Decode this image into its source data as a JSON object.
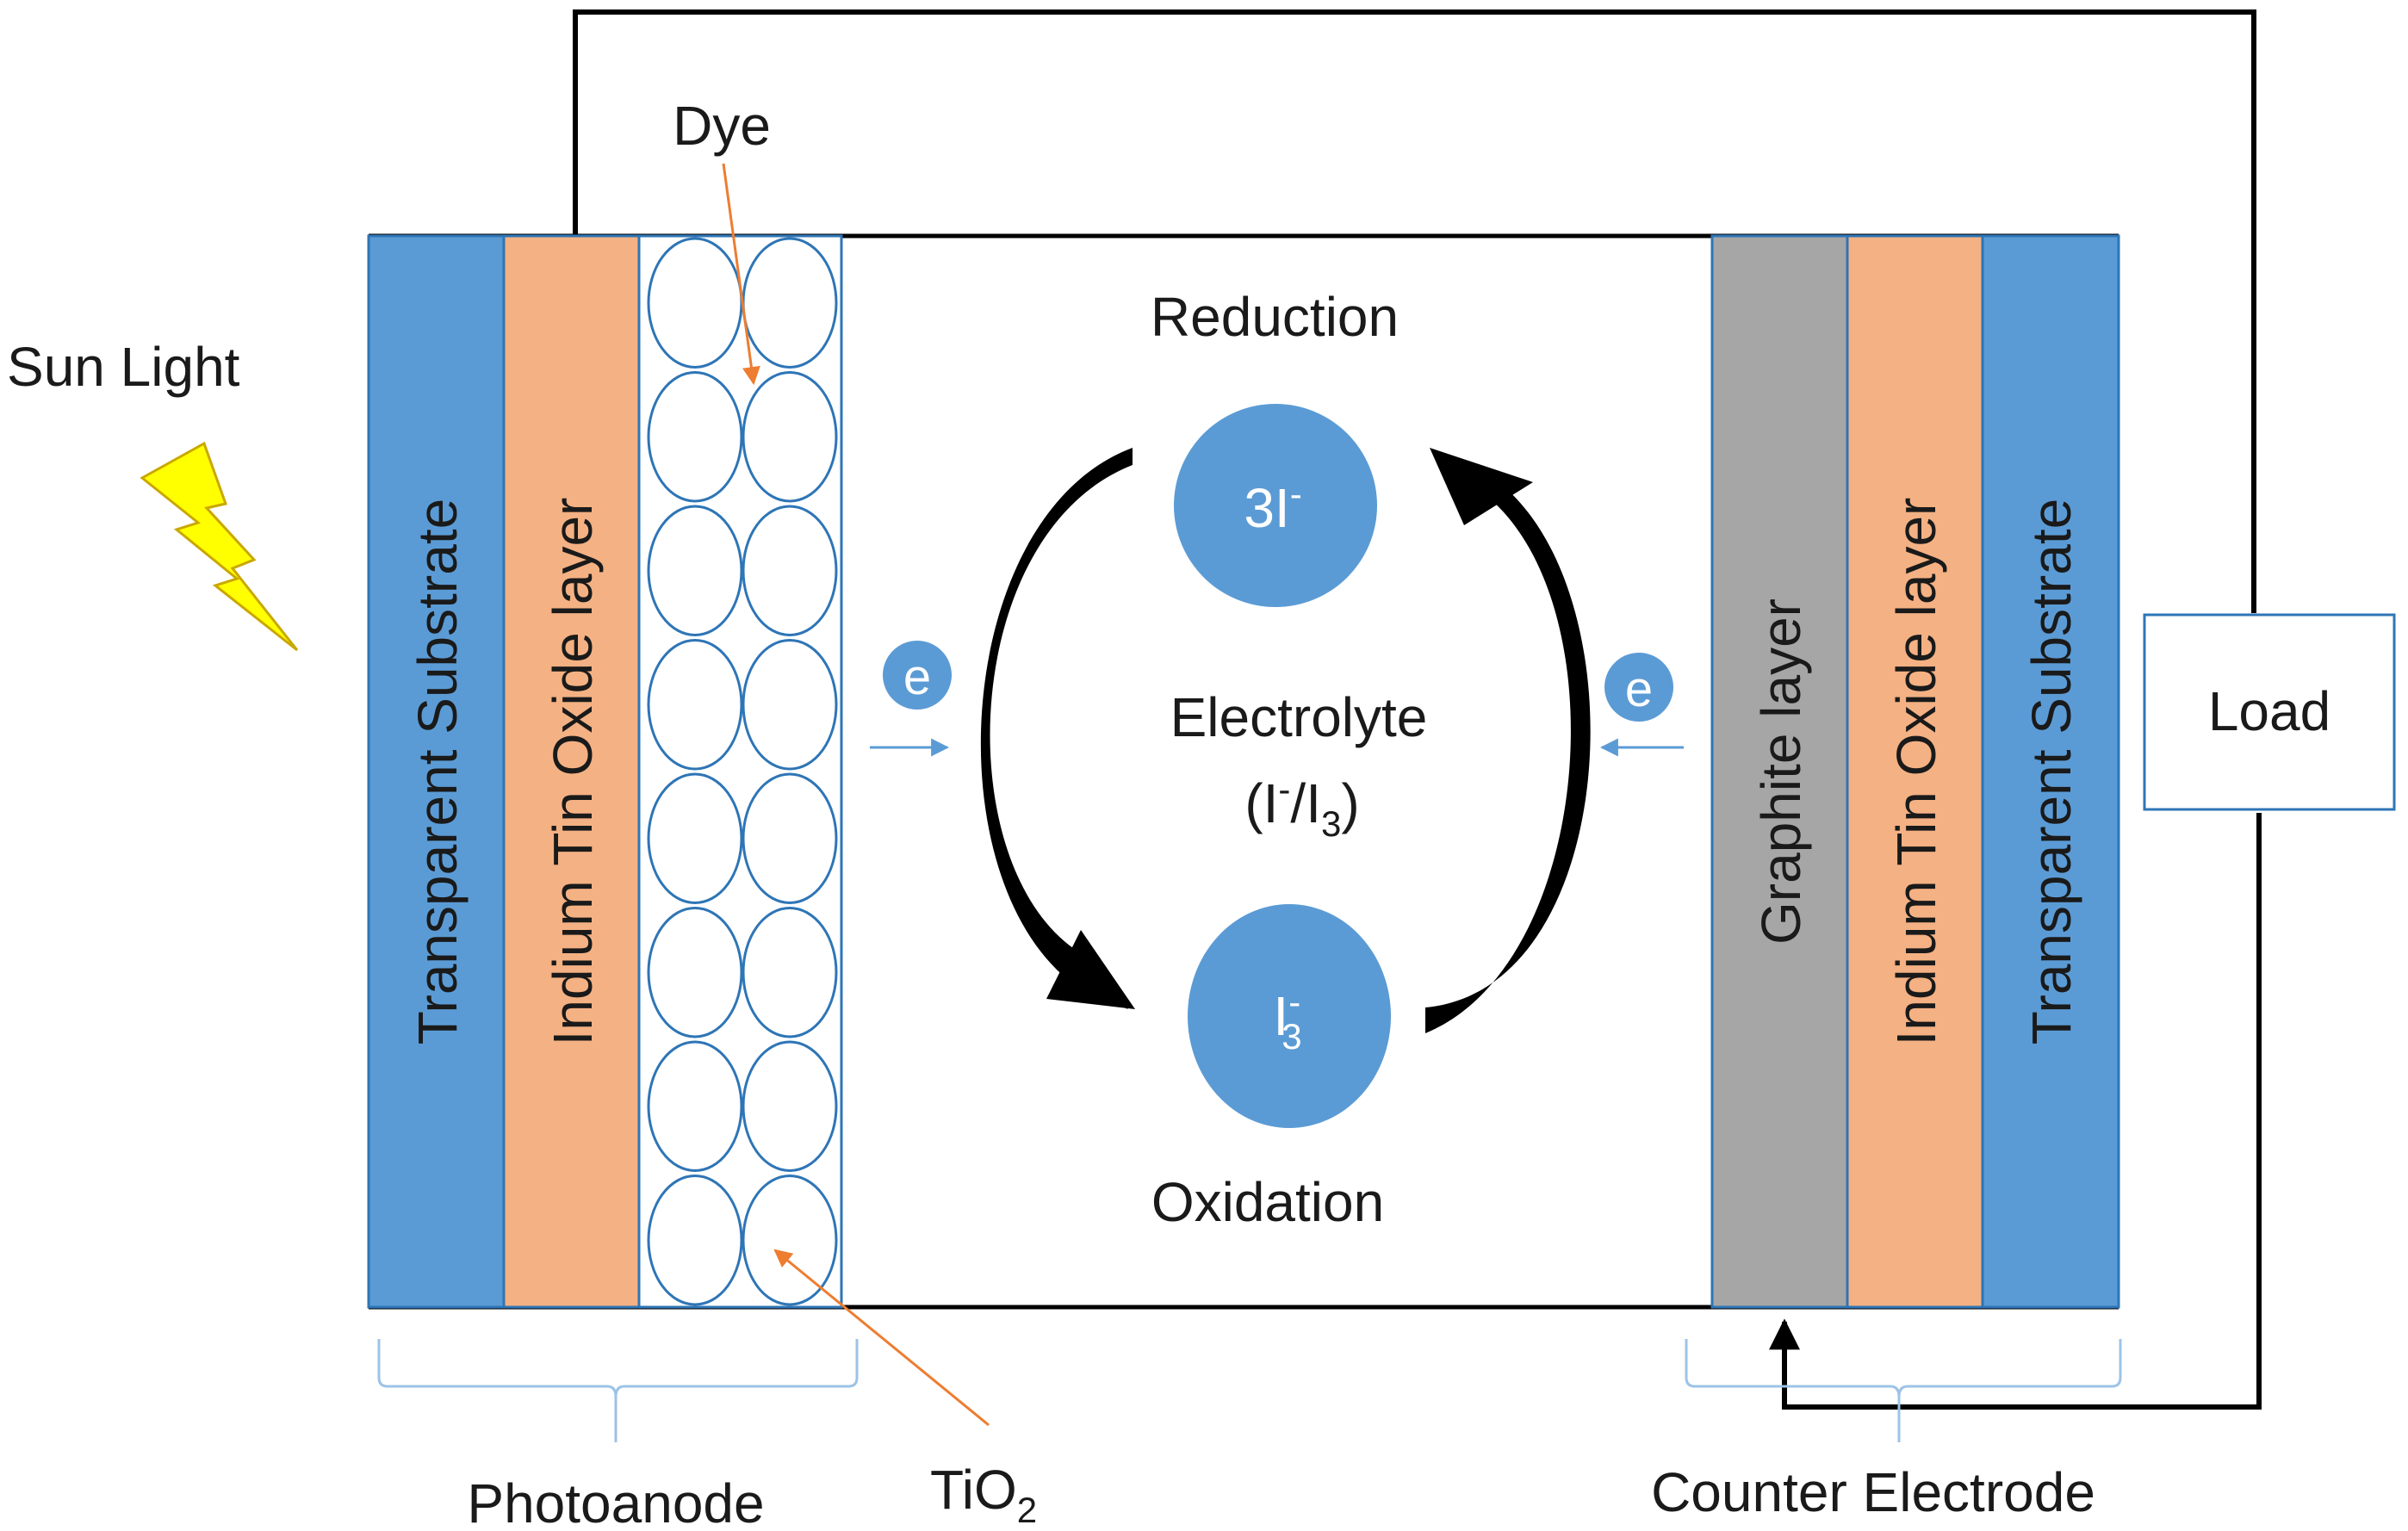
{
  "labels": {
    "sunlight": "Sun Light",
    "dye": "Dye",
    "tio2": "TiO",
    "tio2_sub": "2",
    "photoanode": "Photoanode",
    "counter_electrode": "Counter Electrode",
    "load": "Load",
    "reduction": "Reduction",
    "oxidation": "Oxidation",
    "electrolyte": "Electrolyte",
    "electrolyte_formula_open": "(I",
    "electrolyte_formula_sup": "-",
    "electrolyte_formula_mid": "/I",
    "electrolyte_formula_sub": "3",
    "electrolyte_formula_close": ")",
    "ion_3i": "3I",
    "ion_3i_sup": "-",
    "ion_i3": "I",
    "ion_i3_sup": "-",
    "ion_i3_sub": "3",
    "electron": "e"
  },
  "layers_left": [
    {
      "label": "Transparent Substrate",
      "color": "#5b9bd5"
    },
    {
      "label": "Indium Tin Oxide layer",
      "color": "#f4b183"
    }
  ],
  "layers_right": [
    {
      "label": "Graphite layer",
      "color": "#a6a6a6"
    },
    {
      "label": "Indium Tin Oxide layer",
      "color": "#f4b183"
    },
    {
      "label": "Transparent Substrate",
      "color": "#5b9bd5"
    }
  ],
  "colors": {
    "ion_fill": "#5b9bd5",
    "bracket": "#9dc3e6",
    "pointer": "#ed7d31",
    "sun": "#ffff00",
    "sun_outline": "#c9a800",
    "particle_stroke": "#2e75b6"
  }
}
